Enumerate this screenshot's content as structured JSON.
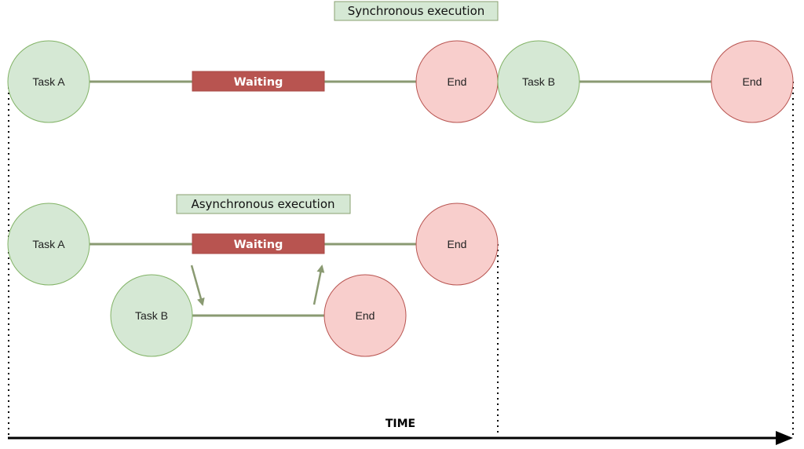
{
  "colors": {
    "task_fill": "#d5e8d4",
    "task_stroke": "#82b366",
    "end_fill": "#f8cecc",
    "end_stroke": "#b85450",
    "waiting_fill": "#b85450",
    "waiting_stroke": "#a94a46",
    "connector": "#8a9a72",
    "title_fill": "#d5e8d4",
    "title_stroke": "#8aa070",
    "axis": "#000000"
  },
  "sync": {
    "title": "Synchronous execution",
    "task_a": "Task A",
    "waiting": "Waiting",
    "end_a": "End",
    "task_b": "Task B",
    "end_b": "End"
  },
  "async": {
    "title": "Asynchronous execution",
    "task_a": "Task A",
    "waiting": "Waiting",
    "end_a": "End",
    "task_b": "Task B",
    "end_b": "End"
  },
  "time_label": "TIME"
}
